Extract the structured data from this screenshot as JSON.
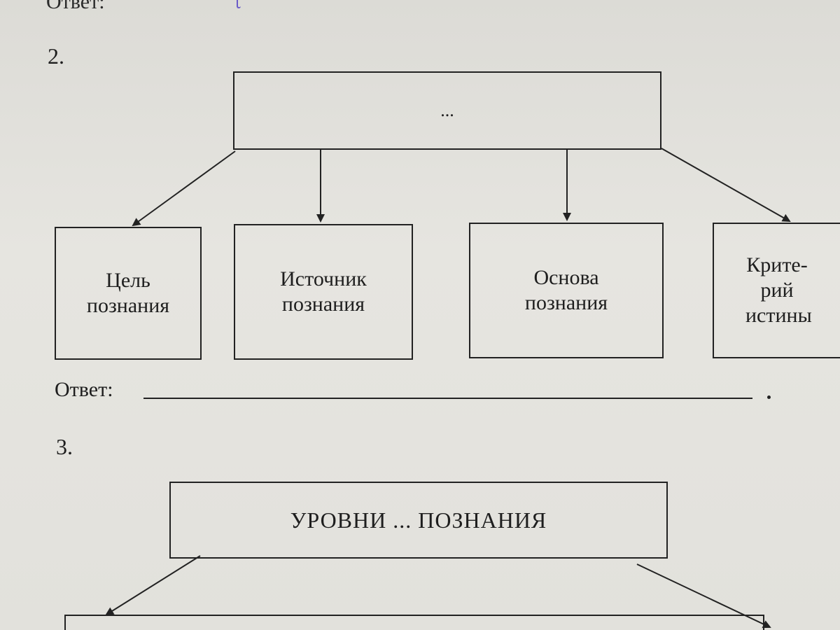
{
  "header_cutoff_text": "Ответ:",
  "task2": {
    "number": "2.",
    "top_box": "...",
    "boxes": [
      "Цель познания",
      "Источник познания",
      "Основа познания",
      "Крите- рий истины"
    ],
    "answer_label": "Ответ:"
  },
  "task3": {
    "number": "3.",
    "top_box": "УРОВНИ ... ПОЗНАНИЯ"
  }
}
